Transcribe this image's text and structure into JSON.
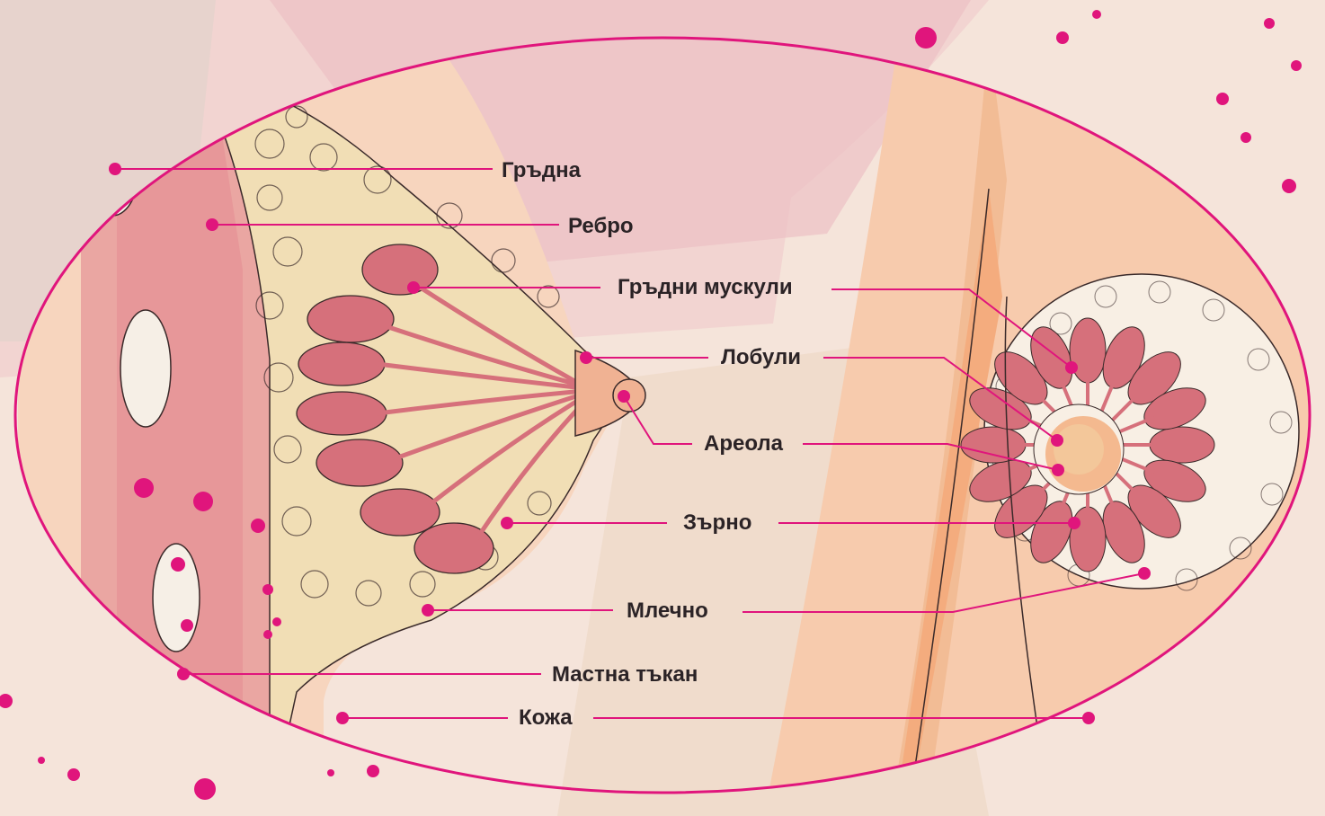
{
  "labels": {
    "gradna": "Гръдна",
    "rebro": "Ребро",
    "muskuli": "Гръдни мускули",
    "lobuli": "Лобули",
    "areola": "Ареола",
    "zarno": "Зърно",
    "mlechno": "Млечно",
    "mastna": "Мастна тъкан",
    "kozha": "Кожа"
  },
  "colors": {
    "accent": "#e0157c",
    "skin": "#f7cbad",
    "gland": "#d6707b",
    "fat": "#f3e0b8",
    "outline": "#3a2a2a"
  }
}
